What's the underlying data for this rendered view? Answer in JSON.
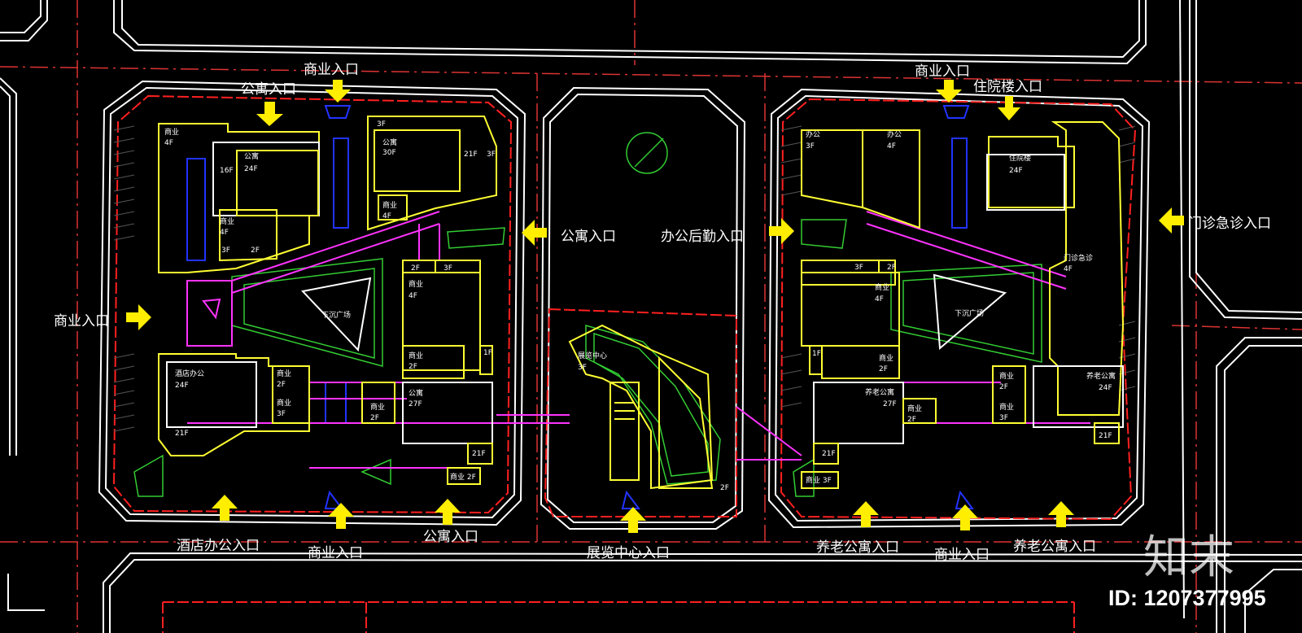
{
  "colors": {
    "road": "#ffffff",
    "red": "#ff2020",
    "yellow": "#ffff33",
    "magenta": "#ff33ff",
    "green": "#33cc33",
    "blue": "#2233ff",
    "arrow": "#ffee00"
  },
  "entrances": {
    "commercial_top_left": "商业入口",
    "apartment_top_left": "公寓入口",
    "commercial_left": "商业入口",
    "apartment_mid": "公寓入口",
    "office_logistics": "办公后勤入口",
    "commercial_top_right": "商业入口",
    "inpatient": "住院楼入口",
    "clinic_emergency": "门诊急诊入口",
    "hotel_office": "酒店办公入口",
    "commercial_bottom_left": "商业入口",
    "apartment_bottom": "公寓入口",
    "exhibition": "展览中心入口",
    "elderly_apartment_1": "养老公寓入口",
    "commercial_bottom_right": "商业入口",
    "elderly_apartment_2": "养老公寓入口"
  },
  "blocks": {
    "left": {
      "b1": {
        "name": "商业",
        "floors": "4F"
      },
      "b2": {
        "name": "公寓",
        "floors": "24F"
      },
      "b2_f": "16F",
      "b3": {
        "name": "公寓",
        "floors": "30F"
      },
      "b3_f1": "3F",
      "b3_f2": "21F",
      "b3_f3": "3F",
      "b4": {
        "name": "商业",
        "floors": "4F"
      },
      "b5": {
        "name": "商业",
        "floors": "4F"
      },
      "b5_f1": "3F",
      "b5_f2": "2F",
      "plaza": "下沉广场",
      "b6_f1": "2F",
      "b6_f2": "3F",
      "b6": {
        "name": "商业",
        "floors": "4F"
      },
      "b7": {
        "name": "商业",
        "floors": "2F"
      },
      "b7_f": "1F",
      "hotel": {
        "name": "酒店办公",
        "floors": "24F"
      },
      "b8": {
        "name": "商业",
        "floors": "2F"
      },
      "b9": {
        "name": "商业",
        "floors": "3F"
      },
      "b10": {
        "name": "商业",
        "floors": "2F"
      },
      "apt27": {
        "name": "公寓",
        "floors": "27F"
      },
      "hotel_f": "21F",
      "b11_f": "21F",
      "b12": "商业 2F"
    },
    "middle": {
      "exhibition": {
        "name": "展览中心",
        "floors": "3F"
      },
      "exh_f": "2F"
    },
    "right": {
      "o1": {
        "name": "办公",
        "floors": "3F"
      },
      "o2": {
        "name": "办公",
        "floors": "4F"
      },
      "inpatient": {
        "name": "住院楼",
        "floors": "24F"
      },
      "clinic": {
        "name": "门诊急诊",
        "floors": "4F"
      },
      "r_f1": "3F",
      "r_f2": "2F",
      "r1": {
        "name": "商业",
        "floors": "4F"
      },
      "plaza": "下沉广场",
      "r_f3": "1F",
      "r2": {
        "name": "商业",
        "floors": "2F"
      },
      "elder27": {
        "name": "养老公寓",
        "floors": "27F"
      },
      "r3": {
        "name": "商业",
        "floors": "2F"
      },
      "r4": {
        "name": "商业",
        "floors": "2F"
      },
      "r5": {
        "name": "商业",
        "floors": "3F"
      },
      "elder24": {
        "name": "养老公寓",
        "floors": "24F"
      },
      "r_f4": "21F",
      "r_f5": "21F",
      "r6": "商业 3F"
    }
  },
  "watermark": {
    "logo": "知末",
    "id": "ID: 1207377995"
  }
}
